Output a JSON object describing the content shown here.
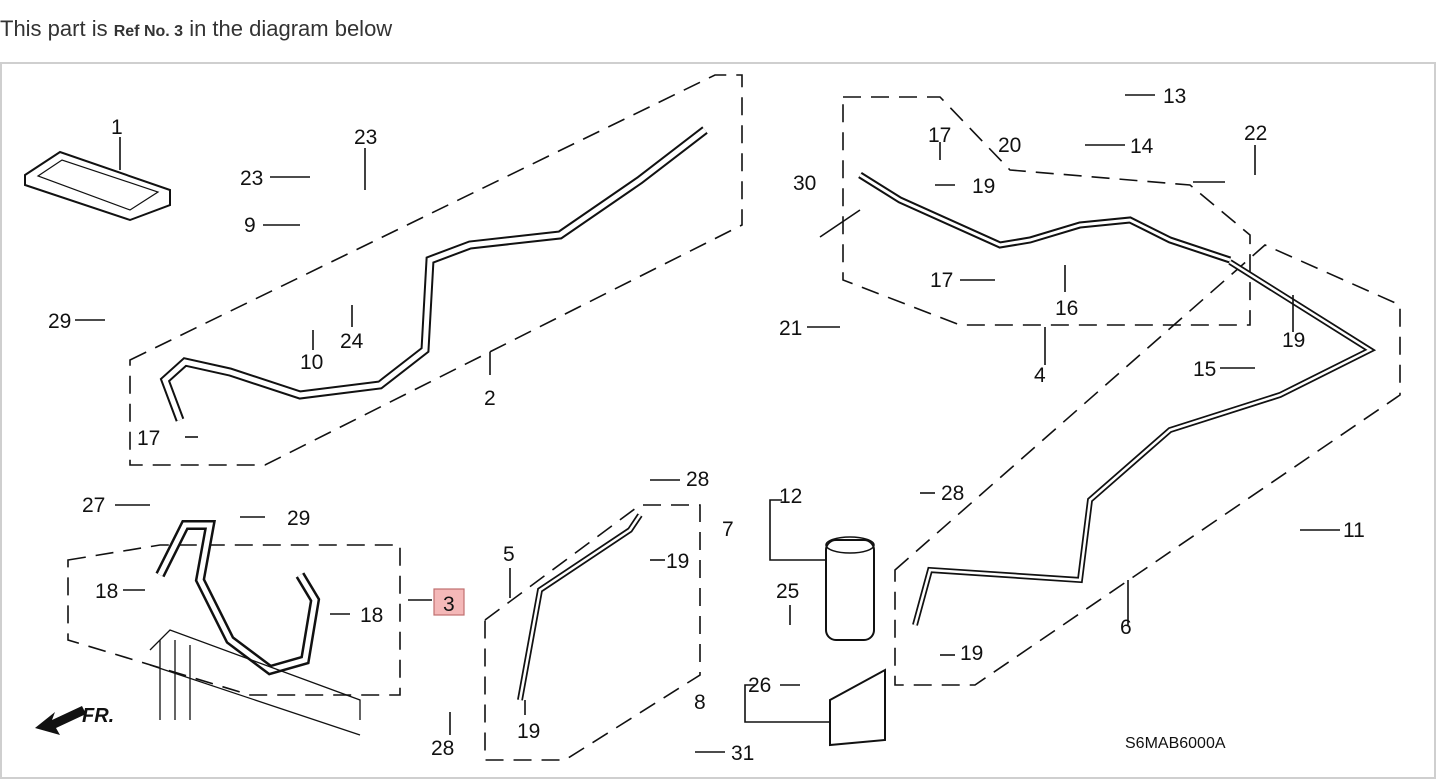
{
  "caption": {
    "prefix": "This part is",
    "ref": "Ref No. 3",
    "suffix": "in the diagram below"
  },
  "diagram": {
    "highlight_color": "#f4b8b8",
    "code": "S6MAB6000A",
    "direction_label": "FR.",
    "callouts": {
      "n1": "1",
      "n2": "2",
      "n3": "3",
      "n4": "4",
      "n5": "5",
      "n6": "6",
      "n7": "7",
      "n8": "8",
      "n9": "9",
      "n10": "10",
      "n11": "11",
      "n12": "12",
      "n13": "13",
      "n14": "14",
      "n15": "15",
      "n16": "16",
      "n17a": "17",
      "n17b": "17",
      "n17c": "17",
      "n18a": "18",
      "n18b": "18",
      "n19a": "19",
      "n19b": "19",
      "n19c": "19",
      "n19d": "19",
      "n19e": "19",
      "n20": "20",
      "n21": "21",
      "n22": "22",
      "n23a": "23",
      "n23b": "23",
      "n24": "24",
      "n25": "25",
      "n26": "26",
      "n27": "27",
      "n28a": "28",
      "n28b": "28",
      "n28c": "28",
      "n29a": "29",
      "n29b": "29",
      "n30": "30",
      "n31": "31"
    }
  }
}
